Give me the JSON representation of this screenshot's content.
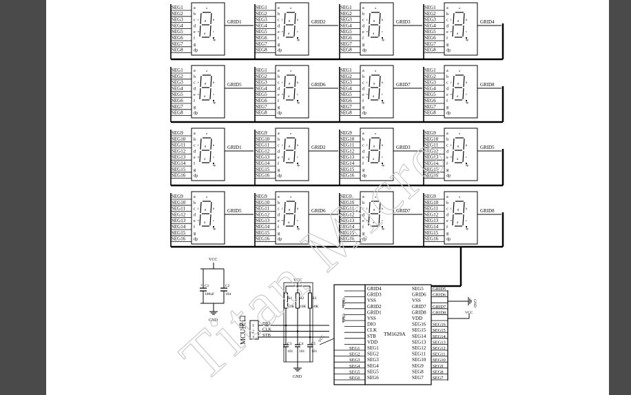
{
  "viewer": {
    "background_color": "#4a4a4a",
    "page_color": "#ffffff"
  },
  "digit_segments": [
    "a",
    "b",
    "c",
    "d",
    "e",
    "f",
    "g",
    "dp"
  ],
  "glyph_labels": {
    "top": "a",
    "upper_right": "b",
    "lower_right": "c",
    "center": "g",
    "bottom": "d",
    "upper_left": "f",
    "lower_left": "e",
    "dp": "dp"
  },
  "display_rows": [
    {
      "pins": [
        "SEG1",
        "SEG2",
        "SEG3",
        "SEG4",
        "SEG5",
        "SEG6",
        "SEG7",
        "SEG8"
      ],
      "grids": [
        "GRID1",
        "GRID2",
        "GRID3",
        "GRID4"
      ]
    },
    {
      "pins": [
        "SEG1",
        "SEG2",
        "SEG3",
        "SEG4",
        "SEG5",
        "SEG6",
        "SEG7",
        "SEG8"
      ],
      "grids": [
        "GRID5",
        "GRID6",
        "GRID7",
        "GRID8"
      ]
    },
    {
      "pins": [
        "SEG9",
        "SEG10",
        "SEG11",
        "SEG12",
        "SEG13",
        "SEG14",
        "SEG15",
        "SEG16"
      ],
      "grids": [
        "GRID1",
        "GRID2",
        "GRID3",
        "GRID5"
      ]
    },
    {
      "pins": [
        "SEG9",
        "SEG10",
        "SEG11",
        "SEG12",
        "SEG13",
        "SEG14",
        "SEG15",
        "SEG16"
      ],
      "grids": [
        "GRID5",
        "GRID6",
        "GRID7",
        "GRID8"
      ]
    }
  ],
  "power_section": {
    "vcc": "VCC",
    "c1": "C1",
    "c1_value": "100uF",
    "c1_polarity": "+",
    "c2": "C2",
    "c2_value": "104",
    "gnd": "GND"
  },
  "mcu_connector": {
    "label": "MCU接口",
    "pins": [
      "1",
      "2",
      "3"
    ],
    "signals": [
      "DIO",
      "CLK",
      "STB"
    ]
  },
  "pullups": {
    "vcc": "VCC",
    "resistors": [
      {
        "name": "R1",
        "value": "10K"
      },
      {
        "name": "R2",
        "value": "10K"
      },
      {
        "name": "R3",
        "value": "10K"
      }
    ],
    "caps": [
      {
        "name": "C3",
        "value": "101"
      },
      {
        "name": "C4",
        "value": "101"
      },
      {
        "name": "C5",
        "value": "101"
      }
    ],
    "gnd": "GND"
  },
  "chip": {
    "name": "TM1629A",
    "left_pins": [
      "GRID4",
      "GRID3",
      "VSS",
      "GRID2",
      "GRID1",
      "VSS",
      "DIO",
      "CLK",
      "STB",
      "VDD",
      "SEG1",
      "SEG2",
      "SEG3",
      "SEG4",
      "SEG5",
      "SEG6"
    ],
    "right_pins": [
      "SEG5",
      "GRID6",
      "VSS",
      "GRID7",
      "GRID8",
      "VDD",
      "SEG16",
      "SEG15",
      "SEG14",
      "SEG13",
      "SEG12",
      "SEG11",
      "SEG10",
      "SEG9",
      "SEG8",
      "SEG7"
    ],
    "right_nets": [
      "GRID5",
      "GRID6",
      "",
      "GRID7",
      "GRID8",
      "",
      "SEG16",
      "SEG15",
      "SEG14",
      "SEG13",
      "SEG12",
      "SEG11",
      "SEG10",
      "SEG9",
      "SEG8",
      "SEG7"
    ],
    "left_nets": [
      "",
      "",
      "",
      "",
      "",
      "",
      "",
      "",
      "",
      "",
      "SEG1",
      "SEG2",
      "SEG3",
      "SEG4",
      "SEG5",
      "SEG6"
    ],
    "gnd_left": "GND",
    "gnd_right": "GND",
    "vcc_left": "VCC",
    "vcc_right": "VCC"
  },
  "watermark": "Titan Micro"
}
